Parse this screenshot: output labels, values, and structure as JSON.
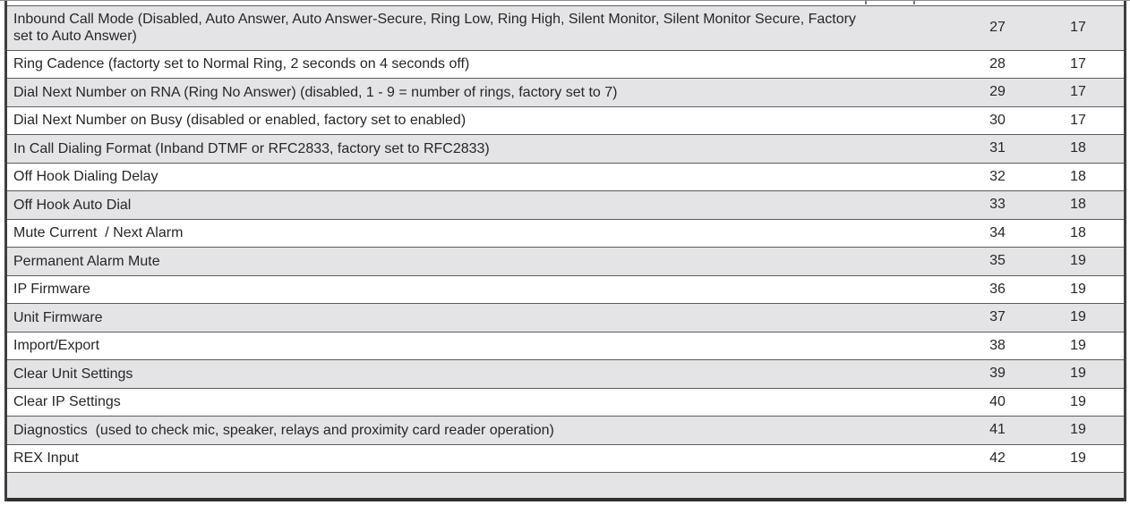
{
  "table": {
    "rows": [
      {
        "label": "Inbound Call Mode (Disabled, Auto Answer, Auto Answer-Secure, Ring Low, Ring High, Silent Monitor, Silent Monitor Secure, Factory\nset to Auto Answer)",
        "menu_number": "27",
        "page_number": "17"
      },
      {
        "label": "Ring Cadence (factorty set to Normal Ring, 2 seconds on 4 seconds off)",
        "menu_number": "28",
        "page_number": "17"
      },
      {
        "label": "Dial Next Number on RNA (Ring No Answer) (disabled, 1 - 9 = number of rings, factory set to 7)",
        "menu_number": "29",
        "page_number": "17"
      },
      {
        "label": "Dial Next Number on Busy (disabled or enabled, factory set to enabled)",
        "menu_number": "30",
        "page_number": "17"
      },
      {
        "label": "In Call Dialing Format (Inband DTMF or RFC2833, factory set to RFC2833)",
        "menu_number": "31",
        "page_number": "18"
      },
      {
        "label": "Off Hook Dialing Delay",
        "menu_number": "32",
        "page_number": "18"
      },
      {
        "label": "Off Hook Auto Dial",
        "menu_number": "33",
        "page_number": "18"
      },
      {
        "label": "Mute Current  / Next Alarm",
        "menu_number": "34",
        "page_number": "18"
      },
      {
        "label": "Permanent Alarm Mute",
        "menu_number": "35",
        "page_number": "19"
      },
      {
        "label": "IP Firmware",
        "menu_number": "36",
        "page_number": "19"
      },
      {
        "label": "Unit Firmware",
        "menu_number": "37",
        "page_number": "19"
      },
      {
        "label": "Import/Export",
        "menu_number": "38",
        "page_number": "19"
      },
      {
        "label": "Clear Unit Settings",
        "menu_number": "39",
        "page_number": "19"
      },
      {
        "label": "Clear IP Settings",
        "menu_number": "40",
        "page_number": "19"
      },
      {
        "label": "Diagnostics  (used to check mic, speaker, relays and proximity card reader operation)",
        "menu_number": "41",
        "page_number": "19"
      },
      {
        "label": "REX Input",
        "menu_number": "42",
        "page_number": "19"
      }
    ],
    "colors": {
      "shaded_row": "#e4e4e6",
      "row_border": "#5c5c5c",
      "outer_border": "#3f3f3f"
    }
  }
}
